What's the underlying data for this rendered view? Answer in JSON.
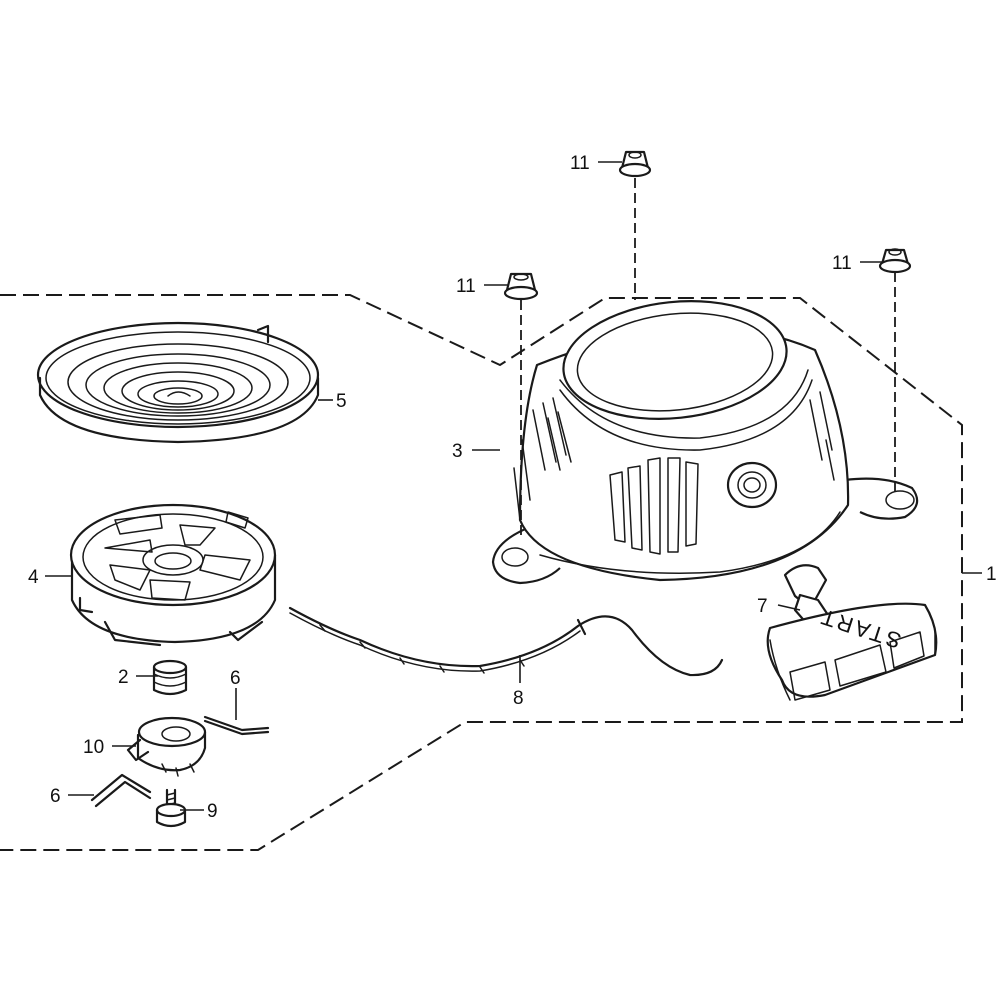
{
  "callouts": {
    "c1": "1",
    "c2": "2",
    "c3": "3",
    "c4": "4",
    "c5": "5",
    "c6a": "6",
    "c6b": "6",
    "c7": "7",
    "c8": "8",
    "c9": "9",
    "c10": "10",
    "c11a": "11",
    "c11b": "11",
    "c11c": "11"
  },
  "handle_text": "START",
  "colors": {
    "line": "#1a1a1a",
    "background": "#ffffff"
  }
}
